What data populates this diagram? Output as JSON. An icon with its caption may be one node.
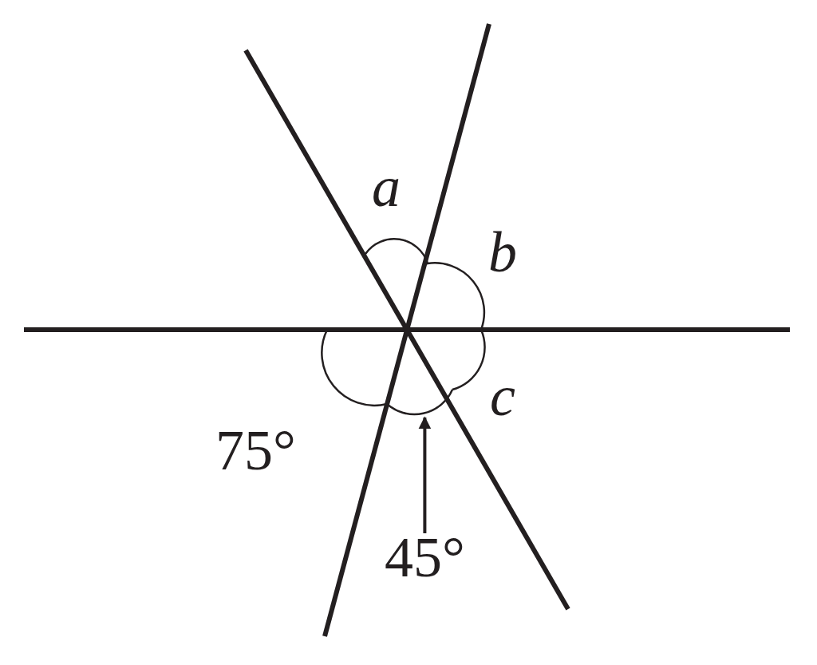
{
  "diagram": {
    "nodes": [
      {
        "text": [
          "45°"
        ]
      },
      {
        "text": [],
        "shape": "arc"
      }
    ],
    "edges": [
      {
        "from": 0,
        "to": 1,
        "arrow": "to"
      }
    ],
    "labels": [
      "a",
      "b",
      "75°",
      "c"
    ]
  }
}
